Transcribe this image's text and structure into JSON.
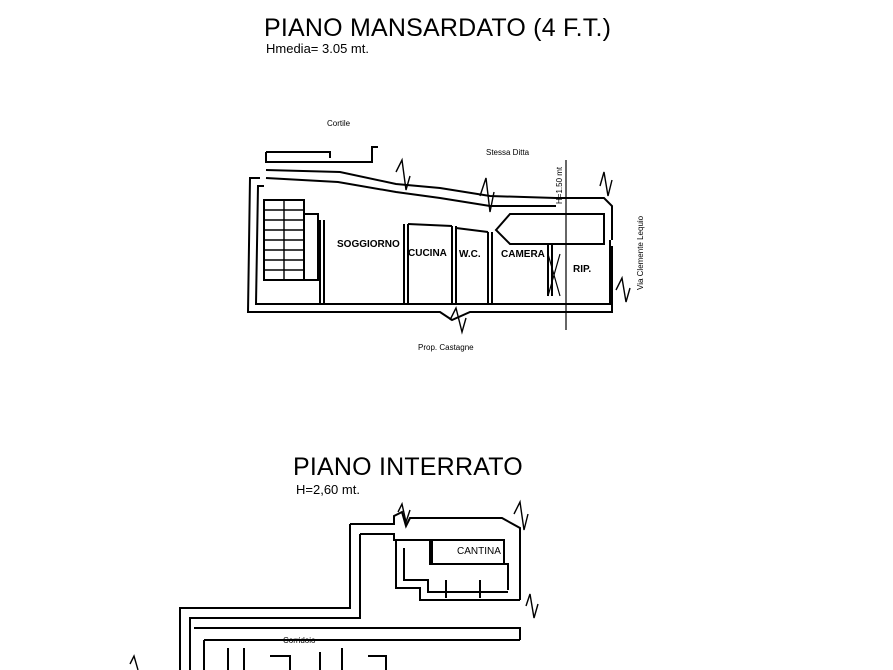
{
  "upper_plan": {
    "title": "PIANO MANSARDATO (4 F.T.)",
    "height_note": "Hmedia= 3.05 mt.",
    "labels": {
      "courtyard": "Cortile",
      "neighbor": "Stessa Ditta",
      "south_neighbor": "Prop. Castagne",
      "street": "Via Clemente Lequio",
      "dimension": "H=1.50 mt"
    },
    "rooms": [
      "SOGGIORNO",
      "CUCINA",
      "W.C.",
      "CAMERA",
      "RIP."
    ]
  },
  "lower_plan": {
    "title": "PIANO INTERRATO",
    "height_note": "H=2,60 mt.",
    "labels": {
      "corridor": "Corridoio"
    },
    "rooms": [
      "CANTINA"
    ]
  }
}
